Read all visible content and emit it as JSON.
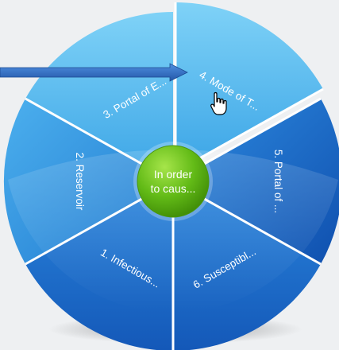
{
  "wheel": {
    "segments": [
      {
        "id": "seg-1",
        "label": "1. Infectious..."
      },
      {
        "id": "seg-2",
        "label": "2. Reservoir"
      },
      {
        "id": "seg-3",
        "label": "3. Portal of E..."
      },
      {
        "id": "seg-4",
        "label": "4. Mode of T..."
      },
      {
        "id": "seg-5",
        "label": "5. Portal of ..."
      },
      {
        "id": "seg-6",
        "label": "6. Susceptibl..."
      }
    ],
    "center": {
      "line1": "In order",
      "line2": "to caus..."
    }
  },
  "colors": {
    "background": "#eef0f2",
    "segment_light": "#4ab8ee",
    "segment_dark": "#1560c0",
    "center_green": "#6cc21c",
    "pointer_arrow": "#2d6fc0"
  },
  "icons": {
    "cursor": "hand-pointer-icon",
    "pointer": "arrow-right-icon"
  }
}
